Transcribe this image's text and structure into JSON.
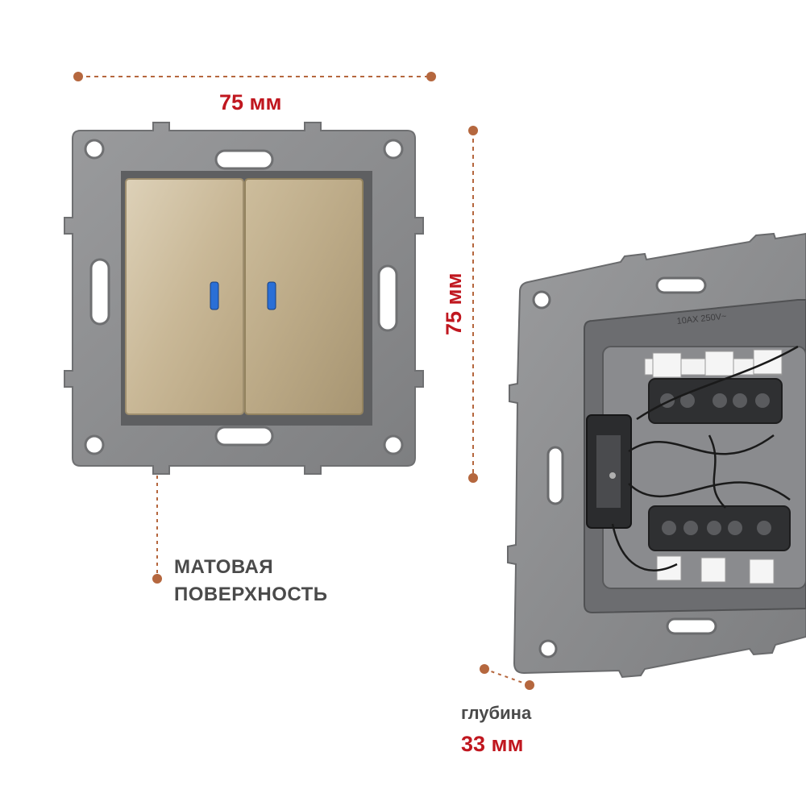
{
  "dimensions": {
    "width_label": "75 мм",
    "height_label": "75 мм"
  },
  "callouts": {
    "surface_line1": "МАТОВАЯ",
    "surface_line2": "ПОВЕРХНОСТЬ",
    "depth_line1": "глубина",
    "depth_line2": "33 мм"
  },
  "back_marking": "10AX 250V~",
  "colors": {
    "accent_red": "#c0171f",
    "dot_brown": "#b5673e",
    "frame_grey": "#8a8b8d",
    "key_gold": "#c8b89a",
    "indicator_blue": "#2a6fd6"
  }
}
